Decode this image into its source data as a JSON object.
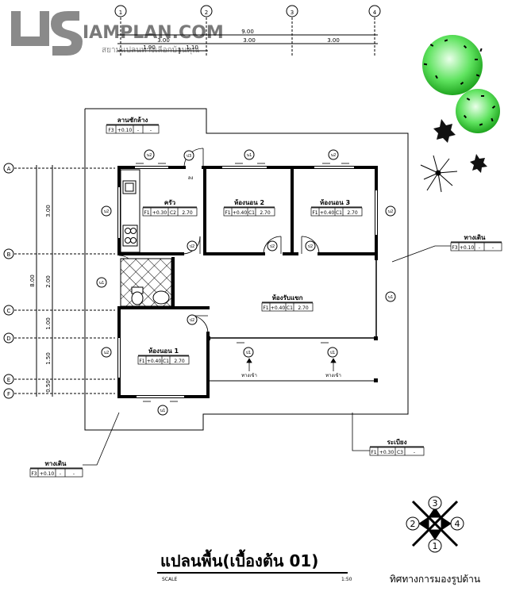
{
  "logo": {
    "text": "IAMPLAN.COM",
    "sub": "สยามแปลนทางเลือกบ้านคุณ",
    "colors": {
      "primary": "#7a7a7a"
    }
  },
  "grid": {
    "columns": [
      "1",
      "2",
      "3",
      "4"
    ],
    "rows": [
      "A",
      "B",
      "C",
      "D",
      "E",
      "F"
    ],
    "total_horizontal": "9.00",
    "spans_horizontal": [
      "3.00",
      "3.00",
      "3.00"
    ],
    "sub_spans_horizontal": [
      "1.90",
      "1.10"
    ],
    "total_vertical": "8.00",
    "spans_vertical": [
      "3.00",
      "2.00",
      "1.00",
      "1.50",
      "0.50"
    ]
  },
  "rooms": {
    "laundry": {
      "name": "ลานซักล้าง",
      "f": "F3",
      "lvl": "+0.10",
      "c": "-",
      "h": "-"
    },
    "kitchen": {
      "name": "ครัว",
      "f": "F1",
      "lvl": "+0.30",
      "c": "C2",
      "h": "2.70"
    },
    "bed2": {
      "name": "ห้องนอน 2",
      "f": "F1",
      "lvl": "+0.40",
      "c": "C1",
      "h": "2.70"
    },
    "bed3": {
      "name": "ห้องนอน 3",
      "f": "F1",
      "lvl": "+0.40",
      "c": "C1",
      "h": "2.70"
    },
    "living": {
      "name": "ห้องรับแขก",
      "f": "F1",
      "lvl": "+0.40",
      "c": "C1",
      "h": "2.70"
    },
    "bed1": {
      "name": "ห้องนอน 1",
      "f": "F1",
      "lvl": "+0.40",
      "c": "C1",
      "h": "2.70"
    },
    "walk_right": {
      "name": "ทางเดิน",
      "f": "F3",
      "lvl": "+0.10",
      "c": "-",
      "h": "-"
    },
    "walk_left": {
      "name": "ทางเดิน",
      "f": "F3",
      "lvl": "+0.10",
      "c": "-",
      "h": "-"
    },
    "terrace": {
      "name": "ระเบียง",
      "f": "F1",
      "lvl": "+0.30",
      "c": "C3",
      "h": "-"
    }
  },
  "tags": {
    "w2": "น2",
    "w1": "น1",
    "d2": "ป2",
    "d1": "ป1",
    "d3": "ป3",
    "lower": "ลง",
    "entry": "ทางเข้า"
  },
  "title": {
    "text": "แปลนพื้น(เบื้องต้น 01)",
    "scale_label": "SCALE",
    "scale_value": "1:50"
  },
  "compass": {
    "labels": [
      "1",
      "2",
      "3",
      "4"
    ],
    "caption": "ทิศทางการมองรูปด้าน"
  }
}
